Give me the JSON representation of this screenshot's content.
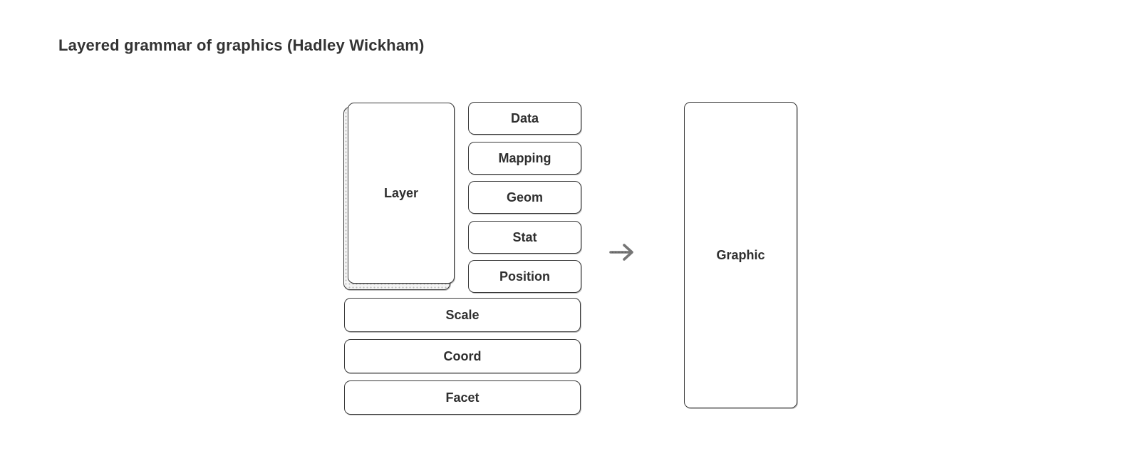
{
  "title": "Layered grammar of graphics (Hadley Wickham)",
  "colors": {
    "background": "#ffffff",
    "box_border": "#3a3a3a",
    "box_fill": "#ffffff",
    "label_text": "#2f2f2f",
    "title_text": "#333333",
    "arrow": "#757575",
    "stack_stipple": "#bdbdbd"
  },
  "diagram": {
    "layer_stack": {
      "label": "Layer"
    },
    "components": [
      {
        "label": "Data"
      },
      {
        "label": "Mapping"
      },
      {
        "label": "Geom"
      },
      {
        "label": "Stat"
      },
      {
        "label": "Position"
      }
    ],
    "shared": [
      {
        "label": "Scale"
      },
      {
        "label": "Coord"
      },
      {
        "label": "Facet"
      }
    ],
    "arrow": {
      "direction": "right"
    },
    "output": {
      "label": "Graphic"
    }
  }
}
